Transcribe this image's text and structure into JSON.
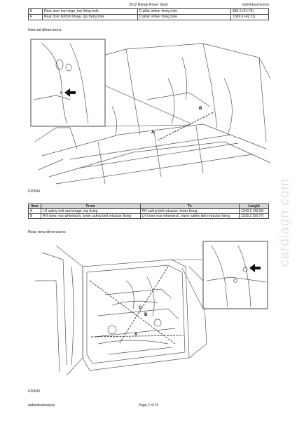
{
  "header": {
    "title": "2012 Range Rover Sport",
    "site": "radmirbusinessru"
  },
  "table_top": {
    "rows": [
      {
        "item": "E",
        "from": "Rear door top hinge, top fixing hole",
        "to": "D pillar striker fixing hole",
        "length": "883.5 (34.79)"
      },
      {
        "item": "F",
        "from": "Rear door bottom hinge, top fixing hole",
        "to": "D pillar striker fixing hole",
        "length": "1069.6 (42.11)"
      }
    ]
  },
  "section1": {
    "caption": "Internal dimensions",
    "figure_id": "E55844"
  },
  "section2": {
    "caption": "Rear view dimensions",
    "figure_id": "E55845"
  },
  "labels": {
    "a": "A",
    "b": "B",
    "c": "C"
  },
  "table_mid": {
    "headers": {
      "item": "Item",
      "from": "From",
      "to": "To",
      "length": "Length"
    },
    "rows": [
      {
        "item": "A",
        "from": "LH safety belt anchorage, top fixing",
        "to": "RH safety belt retractor, lower fixing",
        "length": "1243.6 (48.96)"
      },
      {
        "item": "B",
        "from": "RH inner rear wheelarch, lower safety belt retractor fixing",
        "to": "LH inner rear wheelarch, lower safety belt retractor fixing",
        "length": "1519.2 (59.77)"
      }
    ]
  },
  "footer": {
    "site": "radmirbusinessru",
    "page": "Page 2 of 13"
  },
  "watermark": "cardiagn.com"
}
